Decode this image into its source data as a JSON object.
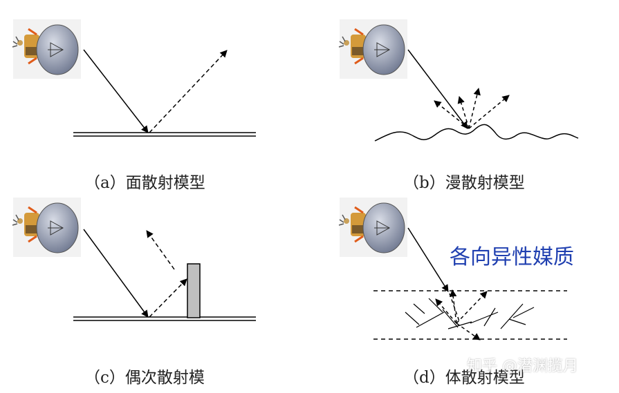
{
  "panels": [
    {
      "id": "a",
      "caption": "（a）面散射模型"
    },
    {
      "id": "b",
      "caption": "（b）漫散射模型"
    },
    {
      "id": "c",
      "caption": "（c）偶次散射模"
    },
    {
      "id": "d",
      "caption": "（d）体散射模型"
    }
  ],
  "medium_label": "各向异性媒质",
  "watermark": "知乎 @潜渊揽月",
  "colors": {
    "medium_label": "#1f3fb0",
    "dish": "#8e96a8",
    "building": "#bfbfbf"
  },
  "icons": [
    "satellite-icon"
  ]
}
